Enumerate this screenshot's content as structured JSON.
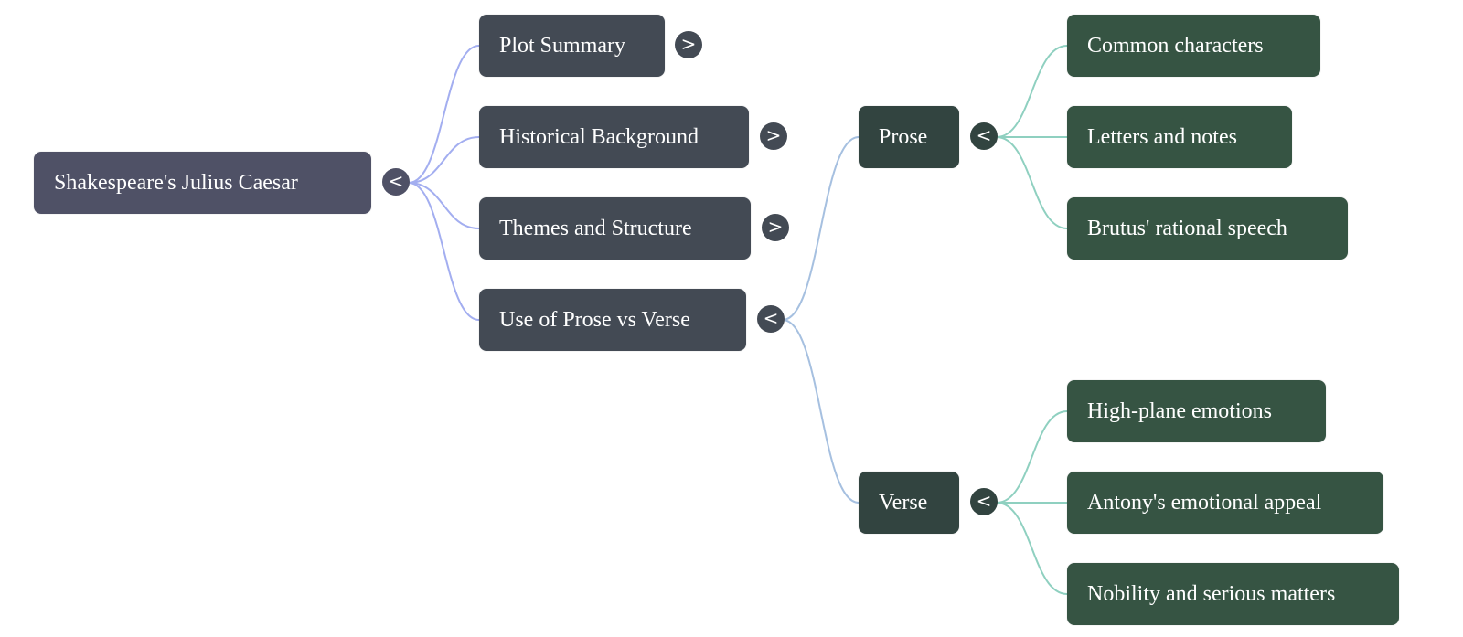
{
  "colors": {
    "root_edge": "#a3aef0",
    "level1_edge": "#a6c0e0",
    "level2_edge": "#8fd0c0"
  },
  "root": {
    "label": "Shakespeare's Julius Caesar",
    "toggle": "<",
    "toggle_icon": "collapse-icon"
  },
  "branches": [
    {
      "label": "Plot Summary",
      "toggle": ">",
      "toggle_icon": "expand-icon"
    },
    {
      "label": "Historical Background",
      "toggle": ">",
      "toggle_icon": "expand-icon"
    },
    {
      "label": "Themes and Structure",
      "toggle": ">",
      "toggle_icon": "expand-icon"
    },
    {
      "label": "Use of Prose vs Verse",
      "toggle": "<",
      "toggle_icon": "collapse-icon",
      "children": [
        {
          "label": "Prose",
          "toggle": "<",
          "children": [
            "Common characters",
            "Letters and notes",
            "Brutus' rational speech"
          ]
        },
        {
          "label": "Verse",
          "toggle": "<",
          "children": [
            "High-plane emotions",
            "Antony's emotional appeal",
            "Nobility and serious matters"
          ]
        }
      ]
    }
  ]
}
